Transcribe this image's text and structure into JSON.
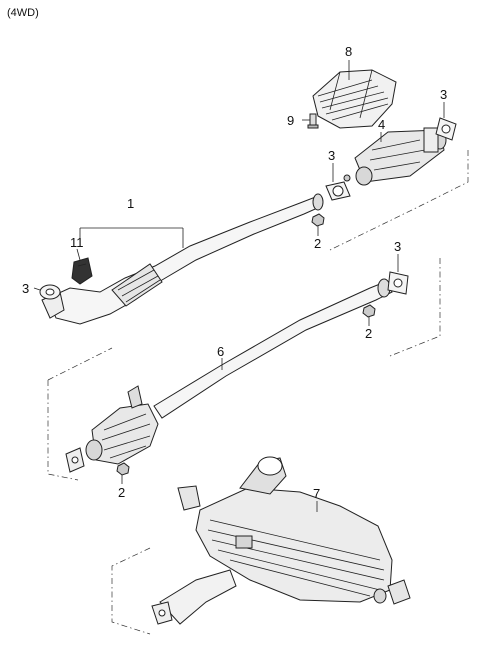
{
  "header": {
    "variant": "(4WD)"
  },
  "callouts": {
    "c1": "1",
    "c2a": "2",
    "c2b": "2",
    "c2c": "2",
    "c3a": "3",
    "c3b": "3",
    "c3c": "3",
    "c3d": "3",
    "c4": "4",
    "c6": "6",
    "c7": "7",
    "c8": "8",
    "c9": "9",
    "c11": "11"
  }
}
